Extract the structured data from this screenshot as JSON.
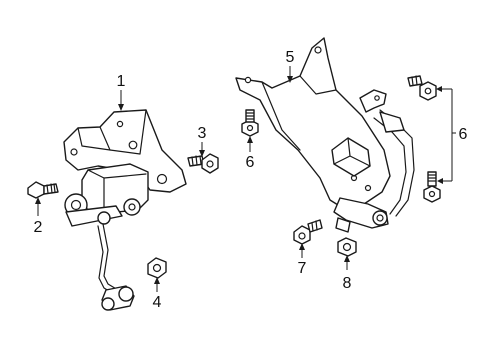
{
  "diagram": {
    "callouts": {
      "c1": "1",
      "c2": "2",
      "c3": "3",
      "c4": "4",
      "c5": "5",
      "c6a": "6",
      "c6b": "6",
      "c7": "7",
      "c8": "8"
    }
  }
}
